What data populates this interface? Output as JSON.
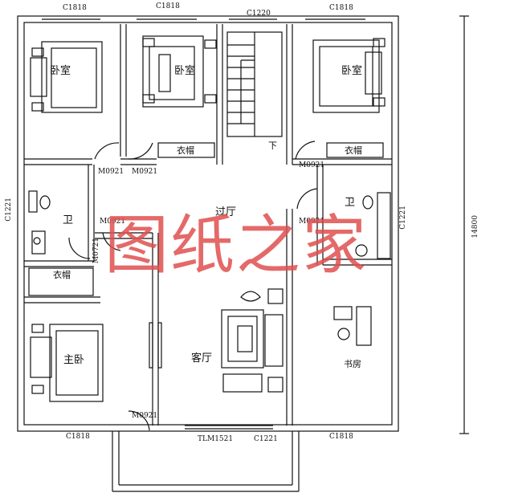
{
  "rooms": {
    "bedroom_1": "卧室",
    "bedroom_2": "卧室",
    "bedroom_3": "卧室",
    "master_bedroom": "主卧",
    "bath_left": "卫",
    "bath_right": "卫",
    "closet_mid": "衣帽",
    "closet_right": "衣帽",
    "closet_left": "衣帽",
    "hall": "过厅",
    "living": "客厅",
    "study": "书房",
    "stair_down": "下"
  },
  "labels": {
    "c1818_a": "C1818",
    "c1818_b": "C1818",
    "c1220": "C1220",
    "c1818_c": "C1818",
    "c1221_left": "C1221",
    "c1221_right": "C1221",
    "dim_14800": "14800",
    "m0921_a": "M0921",
    "m0921_b": "M0921",
    "m0921_c": "M0921",
    "m0921_d": "M0921",
    "m0921_e": "M0921",
    "m0921_f": "M0921",
    "m0721": "M0721",
    "c1818_d": "C1818",
    "tlm1521": "TLM1521",
    "c1221_bottom": "C1221",
    "c1818_e": "C1818"
  },
  "watermark": "图纸之家"
}
